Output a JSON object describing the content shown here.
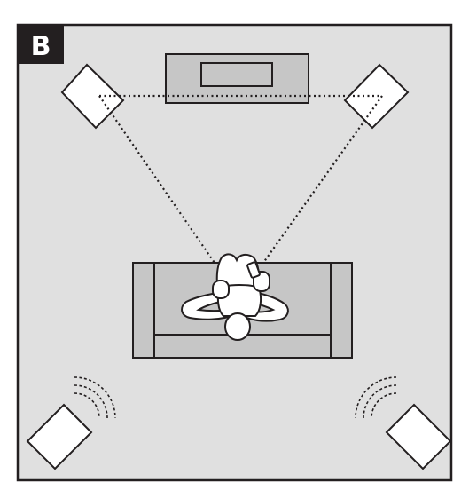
{
  "figure": {
    "panel_label": "B"
  },
  "colors": {
    "room_fill": "#e0e0e0",
    "furniture_fill": "#c6c6c6",
    "line_color": "#231f20",
    "speaker_fill": "#ffffff",
    "label_bg": "#231f20"
  },
  "elements": {
    "tv": "tv-screen",
    "tv_stand": "tv-stand",
    "sofa": "sofa",
    "listener": "listener",
    "speakers": [
      "front-left-speaker",
      "front-right-speaker",
      "rear-left-speaker",
      "rear-right-speaker"
    ]
  }
}
